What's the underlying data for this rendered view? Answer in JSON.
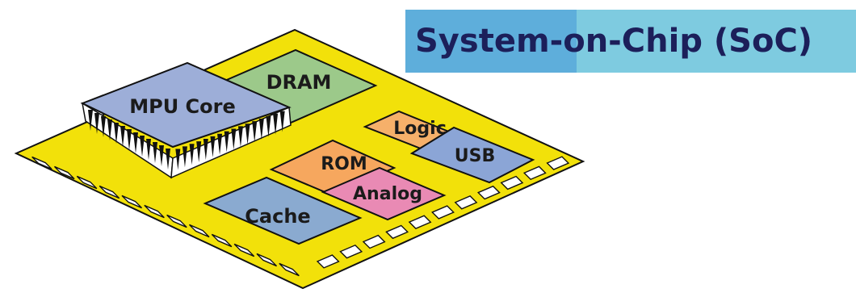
{
  "title": "System-on-Chip (SoC)",
  "blocks": {
    "mpu": "MPU Core",
    "dram": "DRAM",
    "logic": "Logic",
    "usb": "USB",
    "rom": "ROM",
    "analog": "Analog",
    "cache": "Cache"
  },
  "colors": {
    "substrate": "#f2e10a",
    "mpu": "#9daed8",
    "dram": "#9cc98a",
    "logic": "#f6b06a",
    "usb": "#8ba5d6",
    "rom": "#f6a75e",
    "analog": "#e98ab4",
    "cache": "#8aaad0",
    "pad": "#ffffff"
  }
}
